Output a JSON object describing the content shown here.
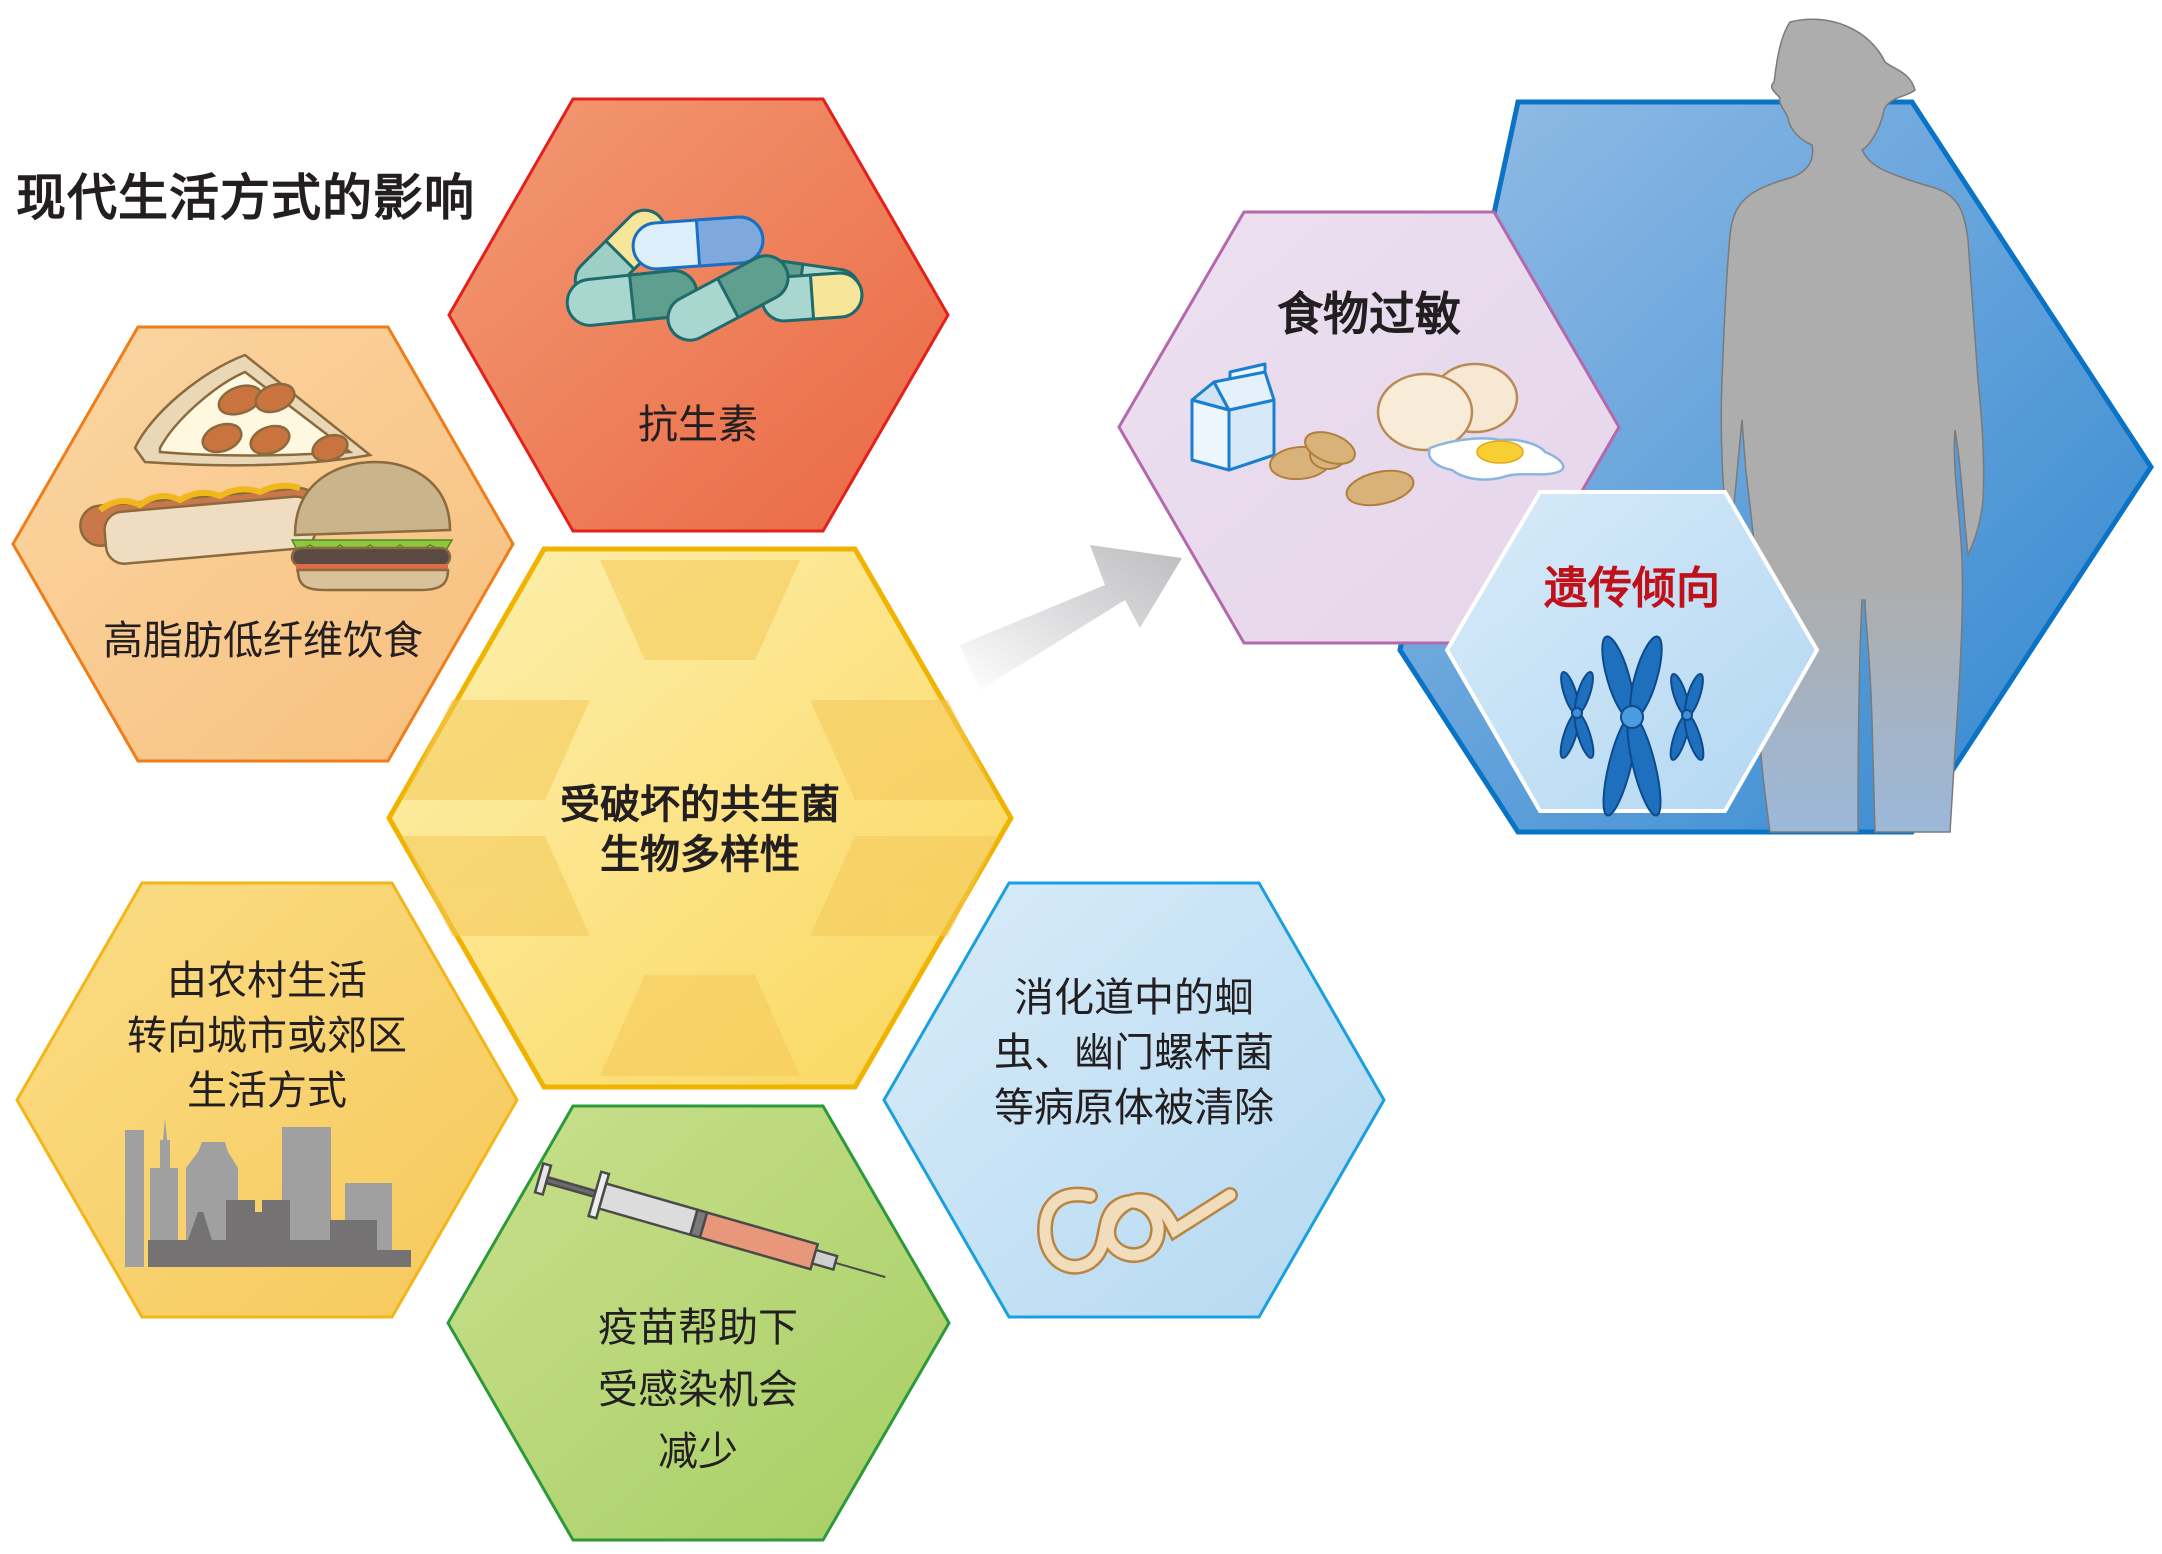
{
  "title": "现代生活方式的影响",
  "colors": {
    "antibiotics_fill": "#ec7b57",
    "antibiotics_stroke": "#e3201b",
    "diet_fill": "#f9c98f",
    "diet_stroke": "#ef7d1a",
    "center_fill": "#fbe07a",
    "center_stroke": "#f0b400",
    "city_fill": "#f8d070",
    "city_stroke": "#f2b619",
    "vaccine_fill": "#b7d77a",
    "vaccine_stroke": "#2c9a3a",
    "worm_fill": "#c7e2f5",
    "worm_stroke": "#1aa0de",
    "allergy_fill": "#e8dbee",
    "allergy_stroke": "#b468ae",
    "body_hex_fill": "#5b9bd5",
    "body_hex_stroke": "#0a73c6",
    "genetics_fill": "#cbe3f6",
    "genetics_text": "#c0101a",
    "arrow": "#c8c8ca",
    "silhouette": "#acacac"
  },
  "hexagons": {
    "antibiotics": {
      "label": "抗生素",
      "icon": "capsules-icon"
    },
    "diet": {
      "label": "高脂肪低纤维饮食",
      "icon": "fast-food-icon"
    },
    "center": {
      "line1": "受破坏的共生菌",
      "line2": "生物多样性"
    },
    "urban": {
      "line1": "由农村生活",
      "line2": "转向城市或郊区",
      "line3": "生活方式",
      "icon": "city-skyline-icon"
    },
    "vaccine": {
      "line1": "疫苗帮助下",
      "line2": "受感染机会",
      "line3": "减少",
      "icon": "syringe-icon"
    },
    "pathogens": {
      "line1": "消化道中的蛔",
      "line2": "虫、幽门螺杆菌",
      "line3": "等病原体被清除",
      "icon": "worm-icon"
    },
    "food_allergy": {
      "label": "食物过敏",
      "icons": [
        "milk-carton-icon",
        "peanuts-icon",
        "eggs-icon"
      ]
    },
    "genetics": {
      "label": "遗传倾向",
      "icon": "chromosomes-icon"
    }
  },
  "arrow": {
    "direction": "to-food-allergy"
  },
  "figure": {
    "icon": "human-silhouette-icon"
  }
}
